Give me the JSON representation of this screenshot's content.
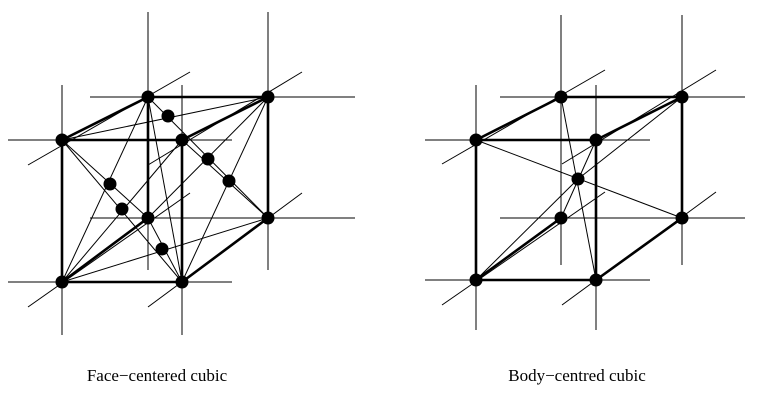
{
  "diagrams": [
    {
      "id": "fcc",
      "label": "Face−centered cubic"
    },
    {
      "id": "bcc",
      "label": "Body−centred cubic"
    }
  ],
  "colors": {
    "ink": "#000000",
    "background": "#ffffff"
  }
}
